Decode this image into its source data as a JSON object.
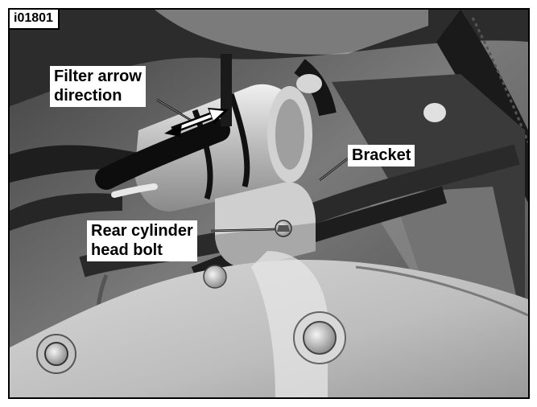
{
  "figure": {
    "id": "i01801"
  },
  "callouts": {
    "filter_arrow": {
      "line1": "Filter arrow",
      "line2": "direction"
    },
    "bracket": {
      "label": "Bracket"
    },
    "rear_bolt": {
      "line1": "Rear cylinder",
      "line2": "head bolt"
    }
  }
}
